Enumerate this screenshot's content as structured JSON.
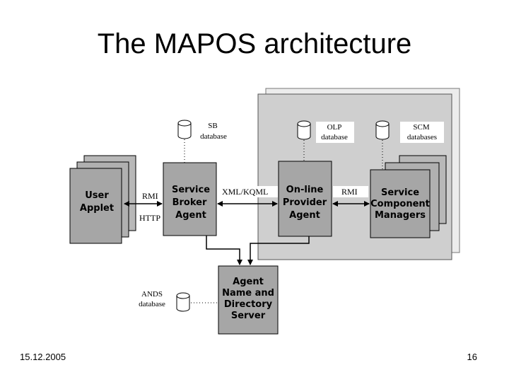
{
  "slide": {
    "title": "The MAPOS architecture",
    "date": "15.12.2005",
    "page_number": "16"
  },
  "diagram": {
    "user_applet": [
      "User",
      "Applet"
    ],
    "service_broker_agent": [
      "Service",
      "Broker",
      "Agent"
    ],
    "online_provider_agent": [
      "On-line",
      "Provider",
      "Agent"
    ],
    "service_component_managers": [
      "Service",
      "Component",
      "Managers"
    ],
    "agent_name_directory_server": [
      "Agent",
      "Name and",
      "Directory",
      "Server"
    ],
    "sb_database": [
      "SB",
      "database"
    ],
    "olp_database": [
      "OLP",
      "database"
    ],
    "scm_databases": [
      "SCM",
      "databases"
    ],
    "ands_database": [
      "ANDS",
      "database"
    ],
    "label_rmi_left": "RMI",
    "label_http": "HTTP",
    "label_xml_kqml": "XML/KQML",
    "label_rmi_right": "RMI"
  }
}
